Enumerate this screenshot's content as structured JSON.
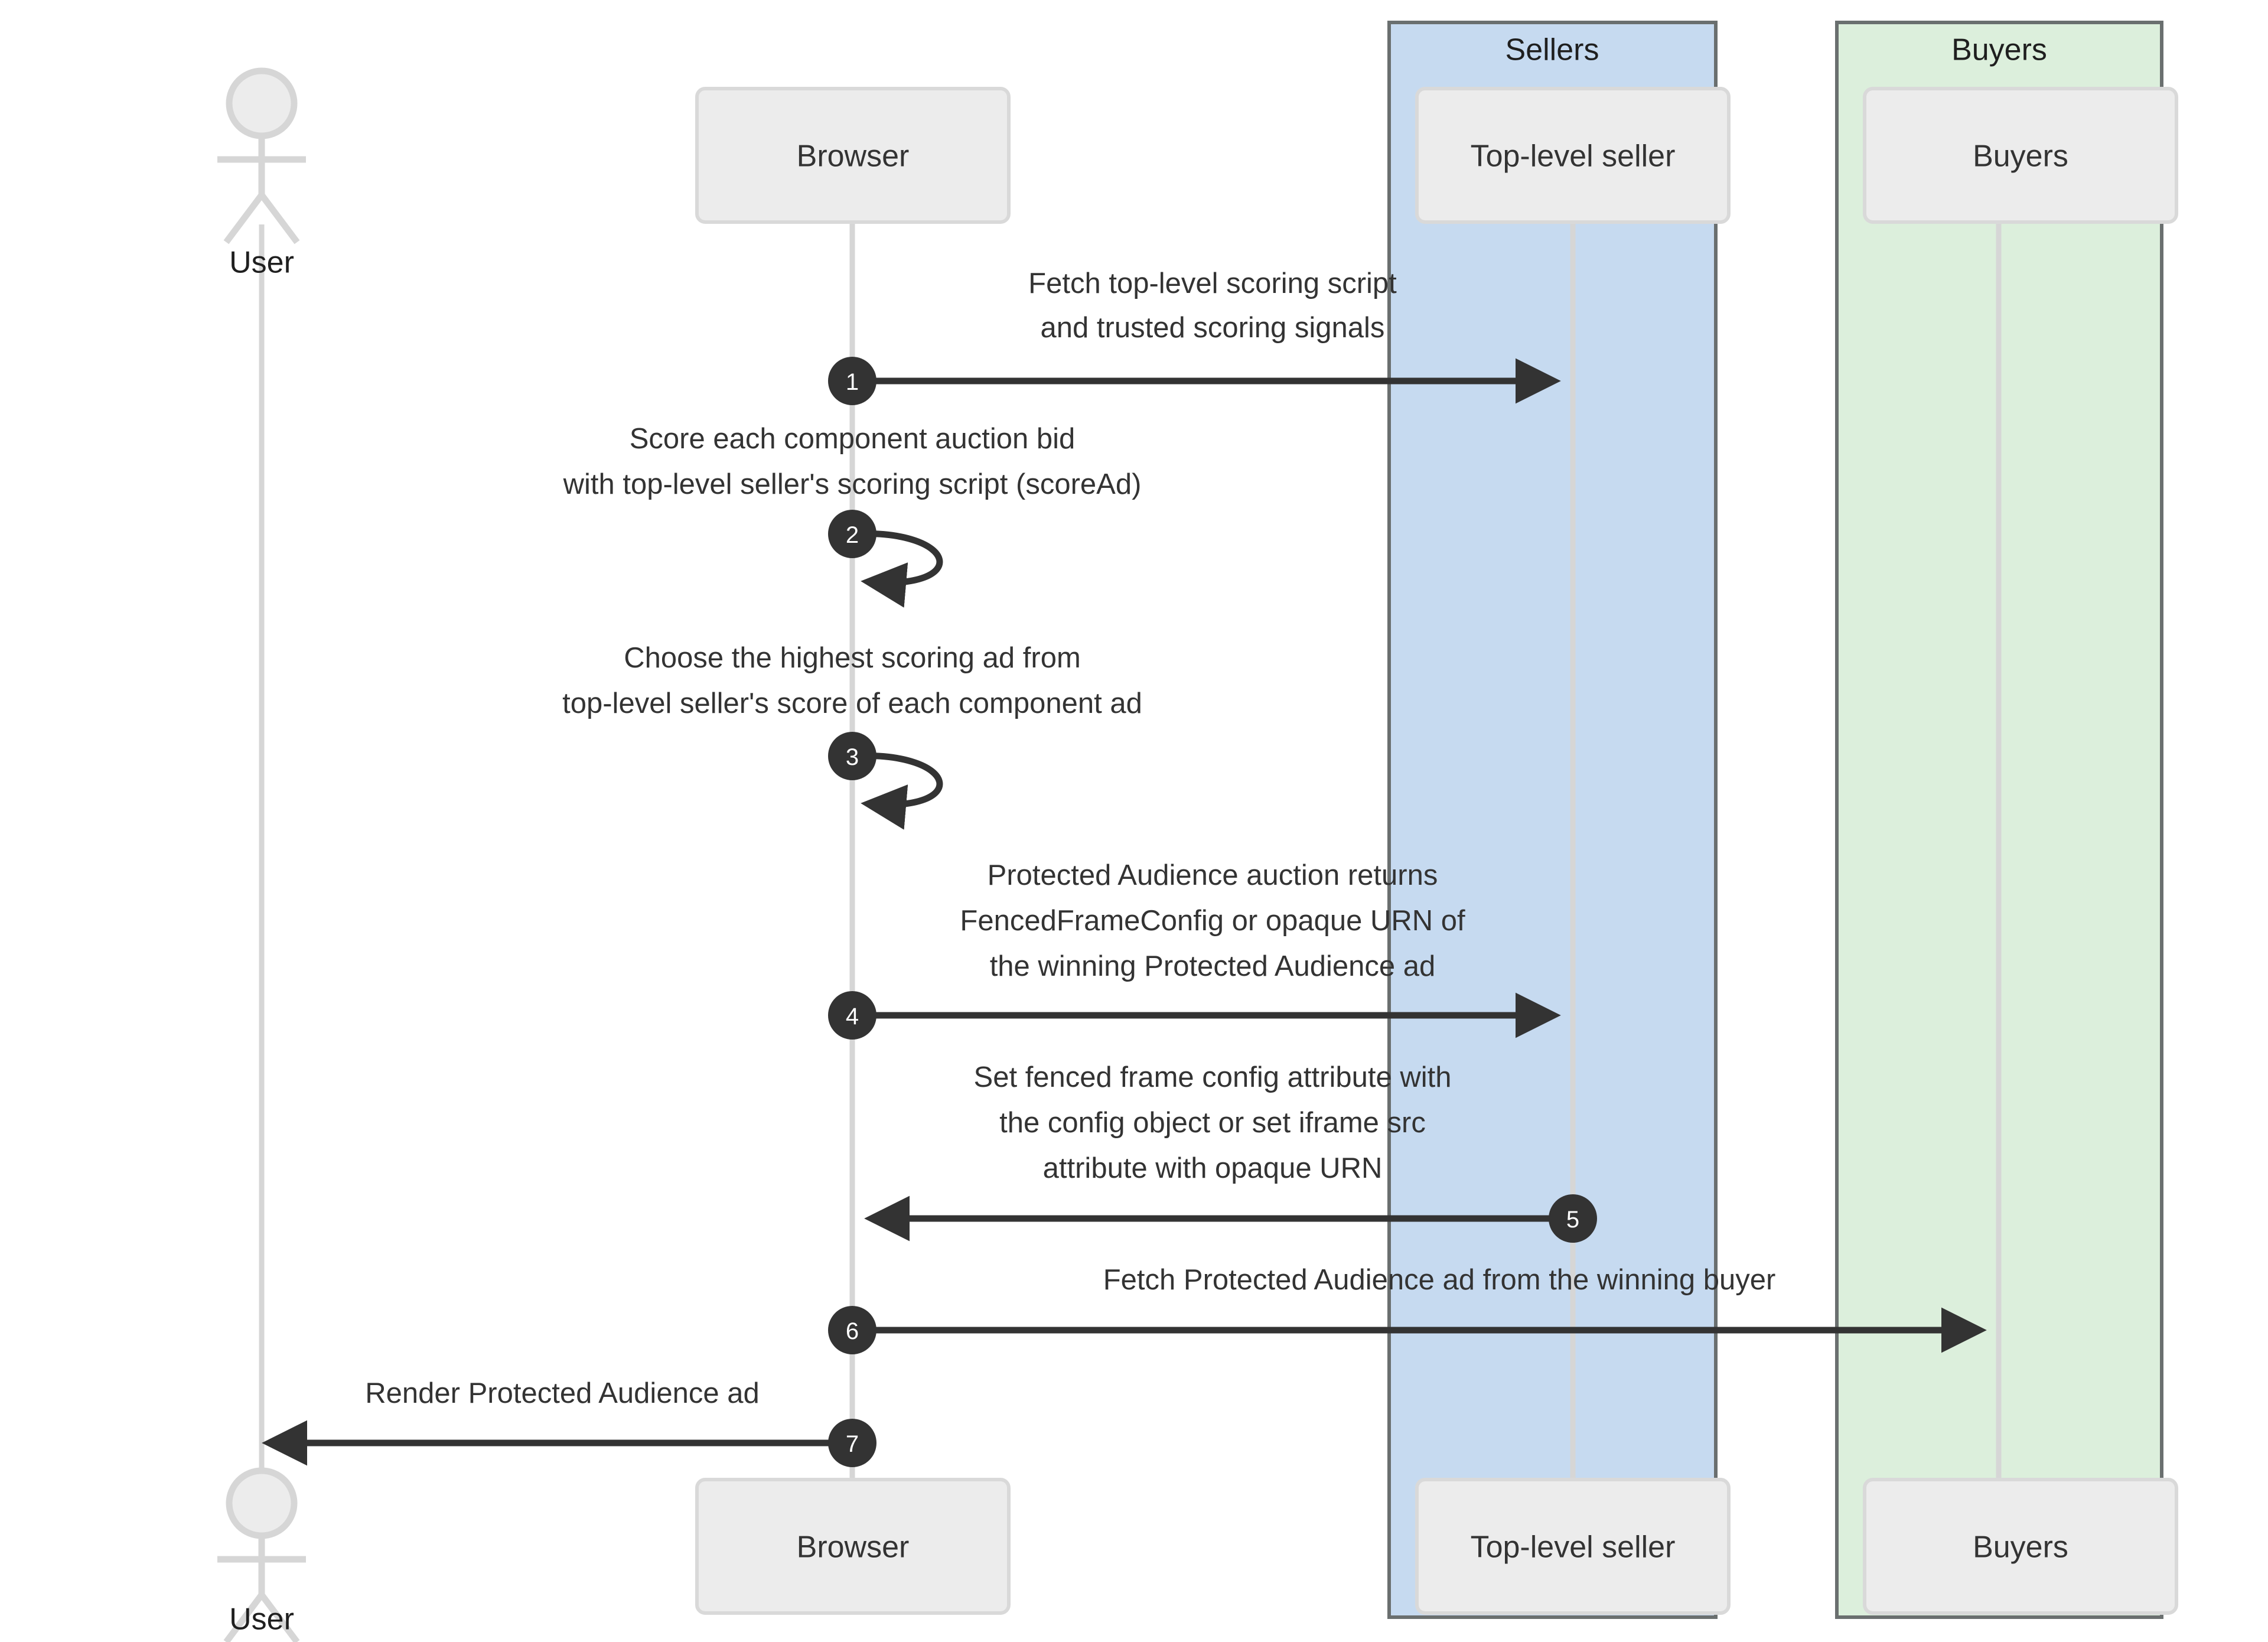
{
  "diagram": {
    "type": "sequence-diagram",
    "title": "",
    "colors": {
      "sellers_group_fill": "#c6daf0",
      "buyers_group_fill": "#dcefdc",
      "group_border": "#6a6f6f",
      "participant_fill": "#ececec",
      "participant_border": "#d9d9d9",
      "lifeline": "#d6d6d6",
      "arrow": "#333333",
      "number_badge": "#333333",
      "number_text": "#ffffff",
      "text": "#333333",
      "background": "#ffffff"
    },
    "groups": [
      {
        "id": "sellers",
        "label": "Sellers",
        "fill": "#c6daf0"
      },
      {
        "id": "buyers",
        "label": "Buyers",
        "fill": "#dcefdc"
      }
    ],
    "participants": [
      {
        "id": "user",
        "label": "User",
        "shape": "actor",
        "group": null
      },
      {
        "id": "browser",
        "label": "Browser",
        "shape": "box",
        "group": null
      },
      {
        "id": "seller",
        "label": "Top-level seller",
        "shape": "box",
        "group": "sellers"
      },
      {
        "id": "buyer",
        "label": "Buyers",
        "shape": "box",
        "group": "buyers"
      }
    ],
    "messages": [
      {
        "number": "1",
        "from": "browser",
        "to": "seller",
        "direction": "right",
        "kind": "arrow",
        "lines": [
          "Fetch top-level scoring script",
          "and trusted scoring signals"
        ]
      },
      {
        "number": "2",
        "from": "browser",
        "to": "browser",
        "direction": "self",
        "kind": "self-loop",
        "lines": [
          "Score each component auction bid",
          "with top-level seller's scoring script (scoreAd)"
        ]
      },
      {
        "number": "3",
        "from": "browser",
        "to": "browser",
        "direction": "self",
        "kind": "self-loop",
        "lines": [
          "Choose the highest scoring ad from",
          "top-level seller's score of each component ad"
        ]
      },
      {
        "number": "4",
        "from": "browser",
        "to": "seller",
        "direction": "right",
        "kind": "arrow",
        "lines": [
          "Protected Audience auction returns",
          "FencedFrameConfig or opaque URN of",
          "the winning Protected Audience ad"
        ]
      },
      {
        "number": "5",
        "from": "seller",
        "to": "browser",
        "direction": "left",
        "kind": "arrow",
        "lines": [
          "Set fenced frame config attribute with",
          "the config object or set iframe src",
          "attribute with opaque URN"
        ]
      },
      {
        "number": "6",
        "from": "browser",
        "to": "buyer",
        "direction": "right",
        "kind": "arrow",
        "lines": [
          "Fetch Protected Audience ad from the winning buyer"
        ]
      },
      {
        "number": "7",
        "from": "browser",
        "to": "user",
        "direction": "left",
        "kind": "arrow",
        "lines": [
          "Render Protected Audience ad"
        ]
      }
    ]
  }
}
